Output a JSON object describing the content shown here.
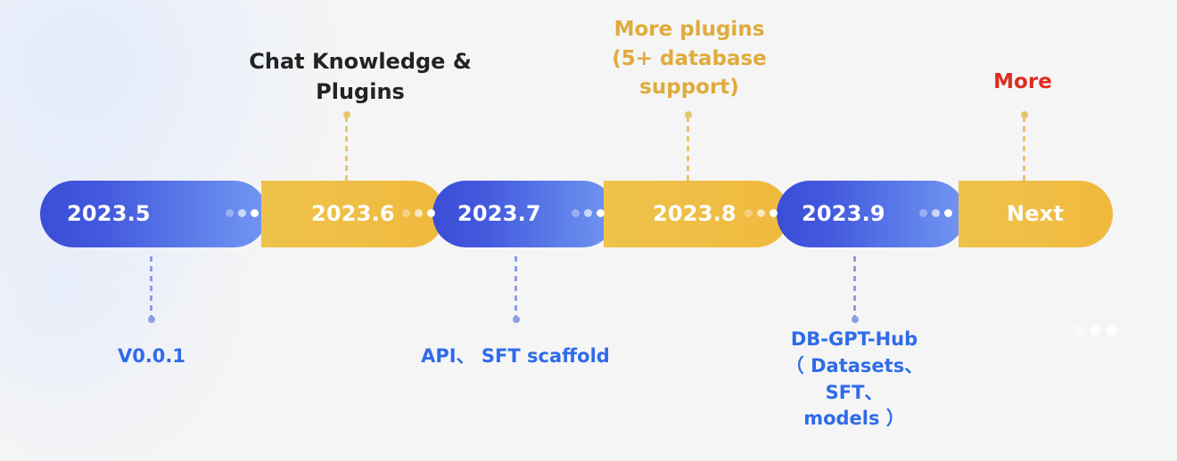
{
  "theme": {
    "background": "#f5f5f5",
    "blue_start": "#3a4ed6",
    "blue_end": "#7296f2",
    "gold_start": "#eec24b",
    "gold_end": "#f0b93d",
    "connector_gold": "#e9c46a",
    "connector_blue": "#8f9de6",
    "label_dark": "#232323",
    "label_gold": "#e0ab3c",
    "label_red": "#e02b21",
    "label_blue": "#2f6bea"
  },
  "timeline": {
    "segments": [
      {
        "label": "2023.5",
        "color": "blue",
        "has_dots": true
      },
      {
        "label": "2023.6",
        "color": "gold",
        "has_dots": true
      },
      {
        "label": "2023.7",
        "color": "blue",
        "has_dots": true
      },
      {
        "label": "2023.8",
        "color": "gold",
        "has_dots": true
      },
      {
        "label": "2023.9",
        "color": "blue",
        "has_dots": true
      },
      {
        "label": "Next",
        "color": "gold",
        "has_dots": false
      }
    ]
  },
  "milestones_above": [
    {
      "text": "Chat Knowledge &\nPlugins",
      "style": "dark",
      "segment": "2023.6"
    },
    {
      "text": "More plugins\n(5+ database\nsupport)",
      "style": "gold",
      "segment": "2023.8"
    },
    {
      "text": "More",
      "style": "red",
      "segment": "Next"
    }
  ],
  "milestones_below": [
    {
      "text": "V0.0.1",
      "style": "blue",
      "segment": "2023.5"
    },
    {
      "text": "API、 SFT scaffold",
      "style": "blue",
      "segment": "2023.7"
    },
    {
      "text": "DB-GPT-Hub\n（ Datasets、 SFT、\nmodels ）",
      "style": "blue",
      "segment": "2023.9"
    }
  ],
  "decoration": {
    "corner_dots": "three-dots"
  }
}
